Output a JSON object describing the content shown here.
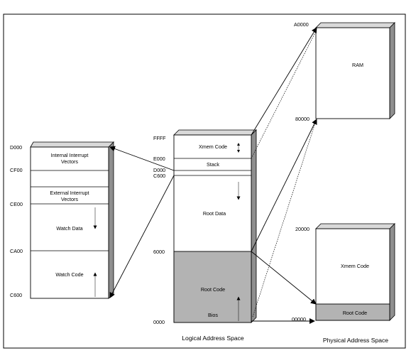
{
  "watch_memory": {
    "addresses": [
      "D000",
      "CF00",
      "CE00",
      "CA00",
      "C600"
    ],
    "internal_vectors": [
      "Internal Interrupt",
      "Vectors"
    ],
    "external_vectors": [
      "External Interrupt",
      "Vectors"
    ],
    "watch_data": "Watch Data",
    "watch_code": "Watch Code"
  },
  "logical": {
    "addresses": [
      "FFFF",
      "E000",
      "D000",
      "C600",
      "6000",
      "0000"
    ],
    "xmem_code": "Xmem Code",
    "stack": "Stack",
    "root_data": "Root Data",
    "root_code": "Root Code",
    "bios": "Bios",
    "title": "Logical Address Space"
  },
  "physical": {
    "ram_addresses": [
      "A0000",
      "80000"
    ],
    "flash_addresses": [
      "20000",
      "00000"
    ],
    "ram": "RAM",
    "xmem_code": "Xmem Code",
    "root_code": "Root Code",
    "title": "Physical Address Space"
  },
  "colors": {
    "shaded_block": "#b3b3b3",
    "side_face": "#8f8f8f",
    "line": "#000000"
  }
}
